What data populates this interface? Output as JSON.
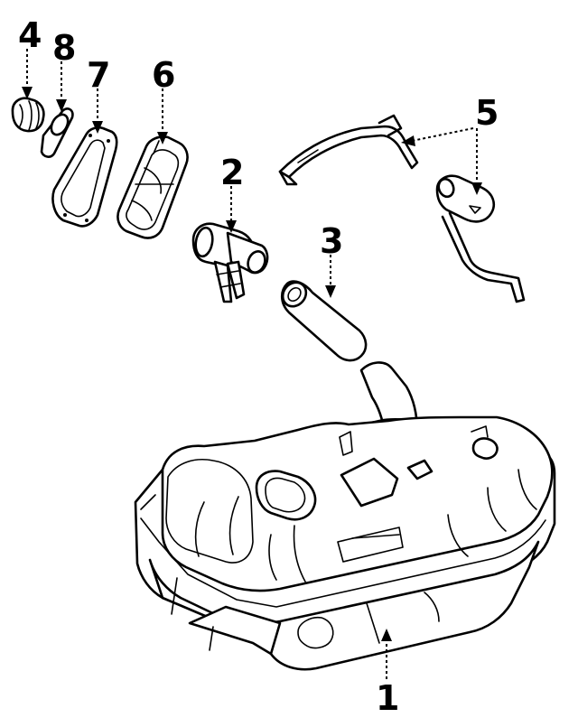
{
  "diagram": {
    "parts": [
      {
        "key": "fuel_tank",
        "label": "1"
      },
      {
        "key": "filler_neck",
        "label": "2"
      },
      {
        "key": "filler_hose",
        "label": "3"
      },
      {
        "key": "cap",
        "label": "4"
      },
      {
        "key": "tank_straps",
        "label": "5"
      },
      {
        "key": "fuel_pump_cover",
        "label": "6"
      },
      {
        "key": "gasket",
        "label": "7"
      },
      {
        "key": "seal_ring",
        "label": "8"
      }
    ]
  }
}
